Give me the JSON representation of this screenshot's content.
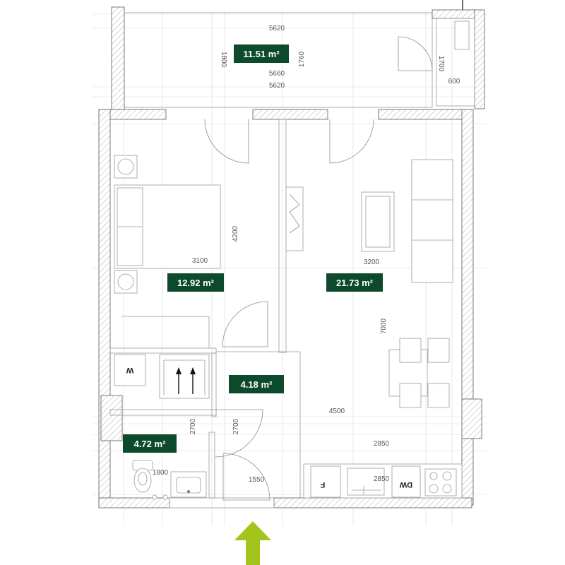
{
  "colors": {
    "label_bg": "#0d4a2c",
    "label_text": "#ffffff",
    "entrance_arrow": "#a3c41c",
    "wall": "#6d6d6d"
  },
  "rooms": {
    "balcony": {
      "area": "11.51 m²"
    },
    "bedroom": {
      "area": "12.92 m²"
    },
    "living": {
      "area": "21.73 m²"
    },
    "hall": {
      "area": "4.18 m²"
    },
    "bathroom": {
      "area": "4.72 m²"
    }
  },
  "dimensions": {
    "balcony_width_top": "5620",
    "balcony_width_mid": "5660",
    "balcony_width_bottom": "5620",
    "balcony_height_left": "1800",
    "balcony_height_right": "1760",
    "side_niche_height": "1700",
    "side_niche_width": "600",
    "bedroom_width": "3100",
    "bedroom_height": "4200",
    "living_width": "3200",
    "living_height": "7000",
    "hall_width": "4500",
    "corridor_left": "2700",
    "corridor_right": "2700",
    "kitchen_width": "2850",
    "kitchen_counter": "2850",
    "bathroom_width": "1800",
    "entry_width": "1550"
  },
  "appliances": {
    "washer": "W",
    "fridge": "F",
    "dishwasher": "DW"
  },
  "icons": {
    "entrance": "entrance-arrow-icon",
    "stove": "stove-icon",
    "sink": "sink-icon",
    "toilet": "toilet-icon",
    "wardrobe": "wardrobe-arrows-icon"
  }
}
